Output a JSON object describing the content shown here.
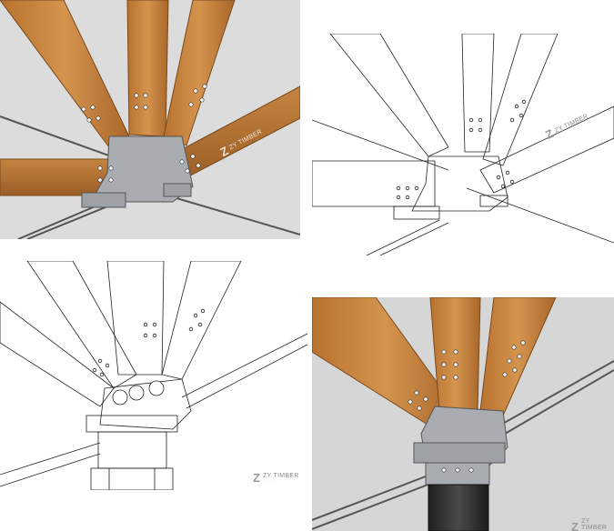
{
  "panels": [
    {
      "id": "rendered-joint-top-left",
      "style": "timber render"
    },
    {
      "id": "line-drawing-top-right",
      "style": "line drawing"
    },
    {
      "id": "line-drawing-bottom-left",
      "style": "line drawing with column"
    },
    {
      "id": "rendered-joint-bottom-right",
      "style": "timber render with column"
    }
  ],
  "brand": {
    "mark": "Z",
    "name": "ZY TIMBER",
    "sub": "· · · ·"
  },
  "colors": {
    "timber": "#c98a45",
    "timber_dark": "#9c6228",
    "steel": "#a9adb2",
    "column": "#2f2f2f",
    "line": "#222222"
  }
}
